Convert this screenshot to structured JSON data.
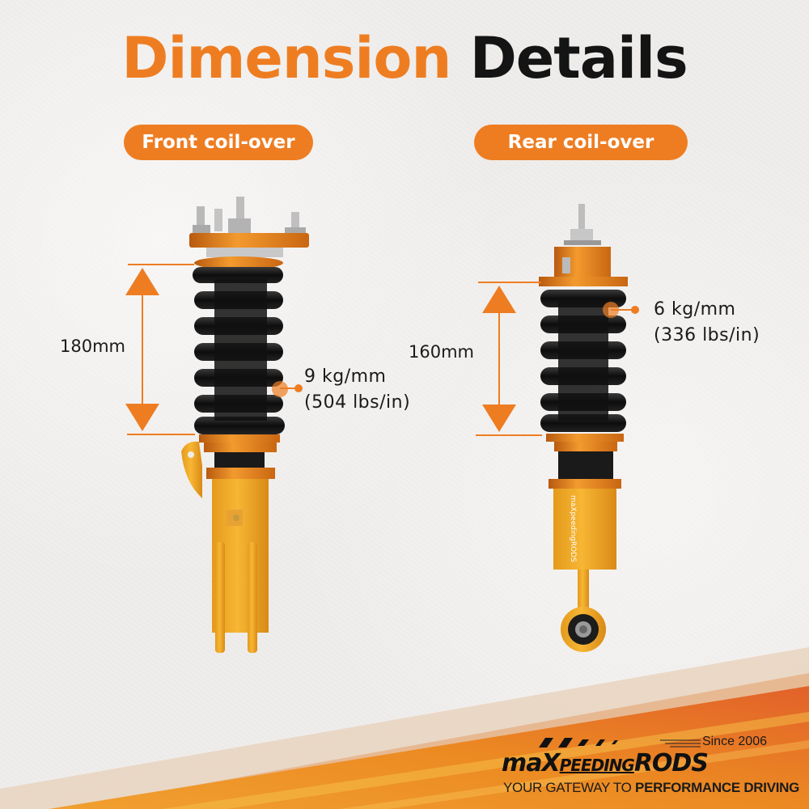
{
  "colors": {
    "accent": "#ee7d22",
    "text_dark": "#141414",
    "background": "#efedeb"
  },
  "title": {
    "part1": "Dimension",
    "part2": "Details"
  },
  "front": {
    "badge": "Front coil-over",
    "length_label": "180mm",
    "spring_rate_metric": "9 kg/mm",
    "spring_rate_imperial": "(504 lbs/in)"
  },
  "rear": {
    "badge": "Rear coil-over",
    "length_label": "160mm",
    "spring_rate_metric": "6 kg/mm",
    "spring_rate_imperial": "(336 lbs/in)"
  },
  "logo": {
    "since": "Since 2006",
    "brand_prefix": "maX",
    "brand_middle": "PEEDING",
    "brand_suffix": "RODS",
    "tagline_regular": "YOUR GATEWAY TO ",
    "tagline_bold": "PERFORMANCE DRIVING"
  },
  "product_brand_on_shock": "maXpeedingRODS"
}
